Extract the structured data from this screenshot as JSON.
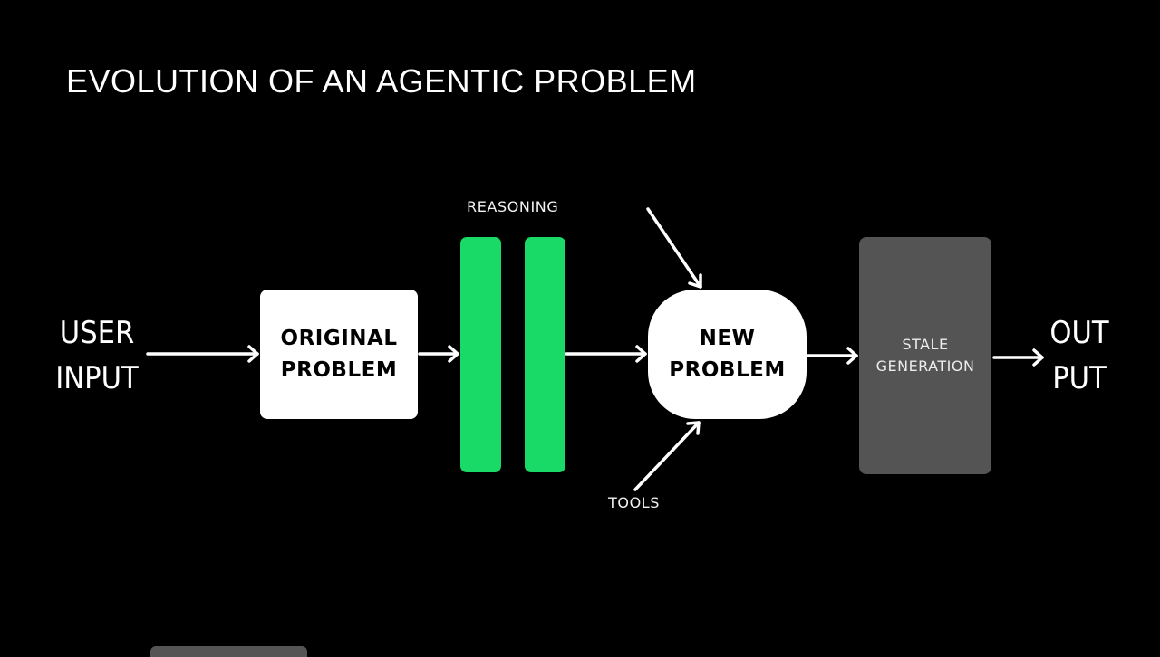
{
  "title": "EVOLUTION OF AN AGENTIC PROBLEM",
  "nodes": {
    "user_input": {
      "lines": [
        "USER",
        "INPUT"
      ]
    },
    "original_problem": {
      "lines": [
        "ORIGINAL",
        "PROBLEM"
      ]
    },
    "reasoning": {
      "label": "REASONING"
    },
    "new_problem": {
      "lines": [
        "NEW",
        "PROBLEM"
      ]
    },
    "tools": {
      "label": "TOOLS"
    },
    "stale_generation": {
      "lines": [
        "STALE",
        "GENERATION"
      ]
    },
    "output": {
      "lines": [
        "OUT",
        "PUT"
      ]
    }
  },
  "edges": [
    {
      "from": "user_input",
      "to": "original_problem"
    },
    {
      "from": "original_problem",
      "to": "reasoning"
    },
    {
      "from": "reasoning",
      "to": "new_problem"
    },
    {
      "from": "reasoning",
      "to": "new_problem",
      "style": "diagonal-top"
    },
    {
      "from": "tools",
      "to": "new_problem",
      "style": "diagonal-bottom"
    },
    {
      "from": "new_problem",
      "to": "stale_generation"
    },
    {
      "from": "stale_generation",
      "to": "output"
    }
  ],
  "colors": {
    "background": "#000000",
    "reasoning_bars": "#19d967",
    "stale_box": "#545454",
    "problem_boxes": "#ffffff",
    "text": "#ffffff"
  }
}
